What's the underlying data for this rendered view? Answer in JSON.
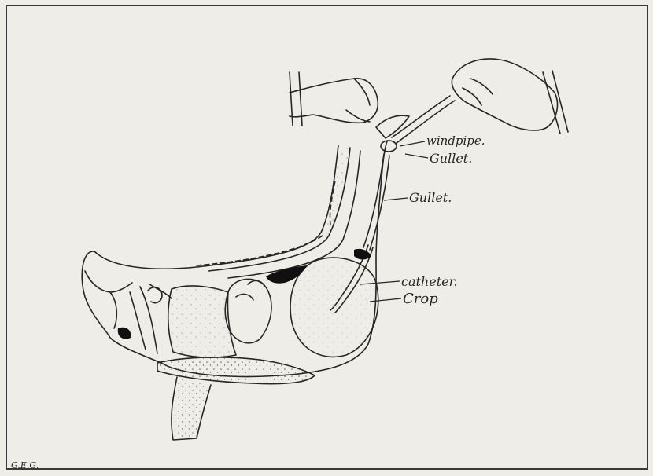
{
  "labels": {
    "windpipe": "windpipe.",
    "gullet_upper": "Gullet.",
    "gullet_lower": "Gullet.",
    "catheter": "catheter.",
    "crop": "Crop"
  },
  "signature": "G.E.G.",
  "colors": {
    "ink": "#262626",
    "paper": "#eeede8",
    "shade": "#101010"
  }
}
